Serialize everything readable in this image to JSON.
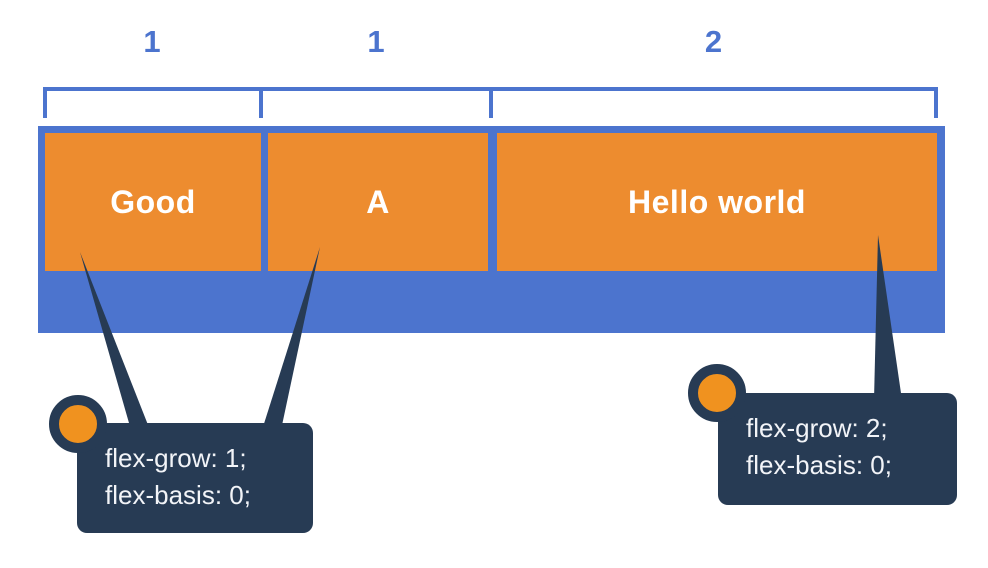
{
  "colors": {
    "blue": "#4C74CE",
    "orange": "#ED8C2F",
    "navy": "#273B54",
    "circle_orange": "#F0921F",
    "text_light": "#F2F4F8",
    "label_white": "#FFFFFF"
  },
  "brackets": {
    "values": [
      "1",
      "1",
      "2"
    ]
  },
  "container": {
    "items": [
      {
        "label": "Good"
      },
      {
        "label": "A"
      },
      {
        "label": "Hello world"
      }
    ]
  },
  "callouts": [
    {
      "lines": [
        "flex-grow: 1;",
        "flex-basis: 0;"
      ]
    },
    {
      "lines": [
        "flex-grow: 2;",
        "flex-basis: 0;"
      ]
    }
  ]
}
